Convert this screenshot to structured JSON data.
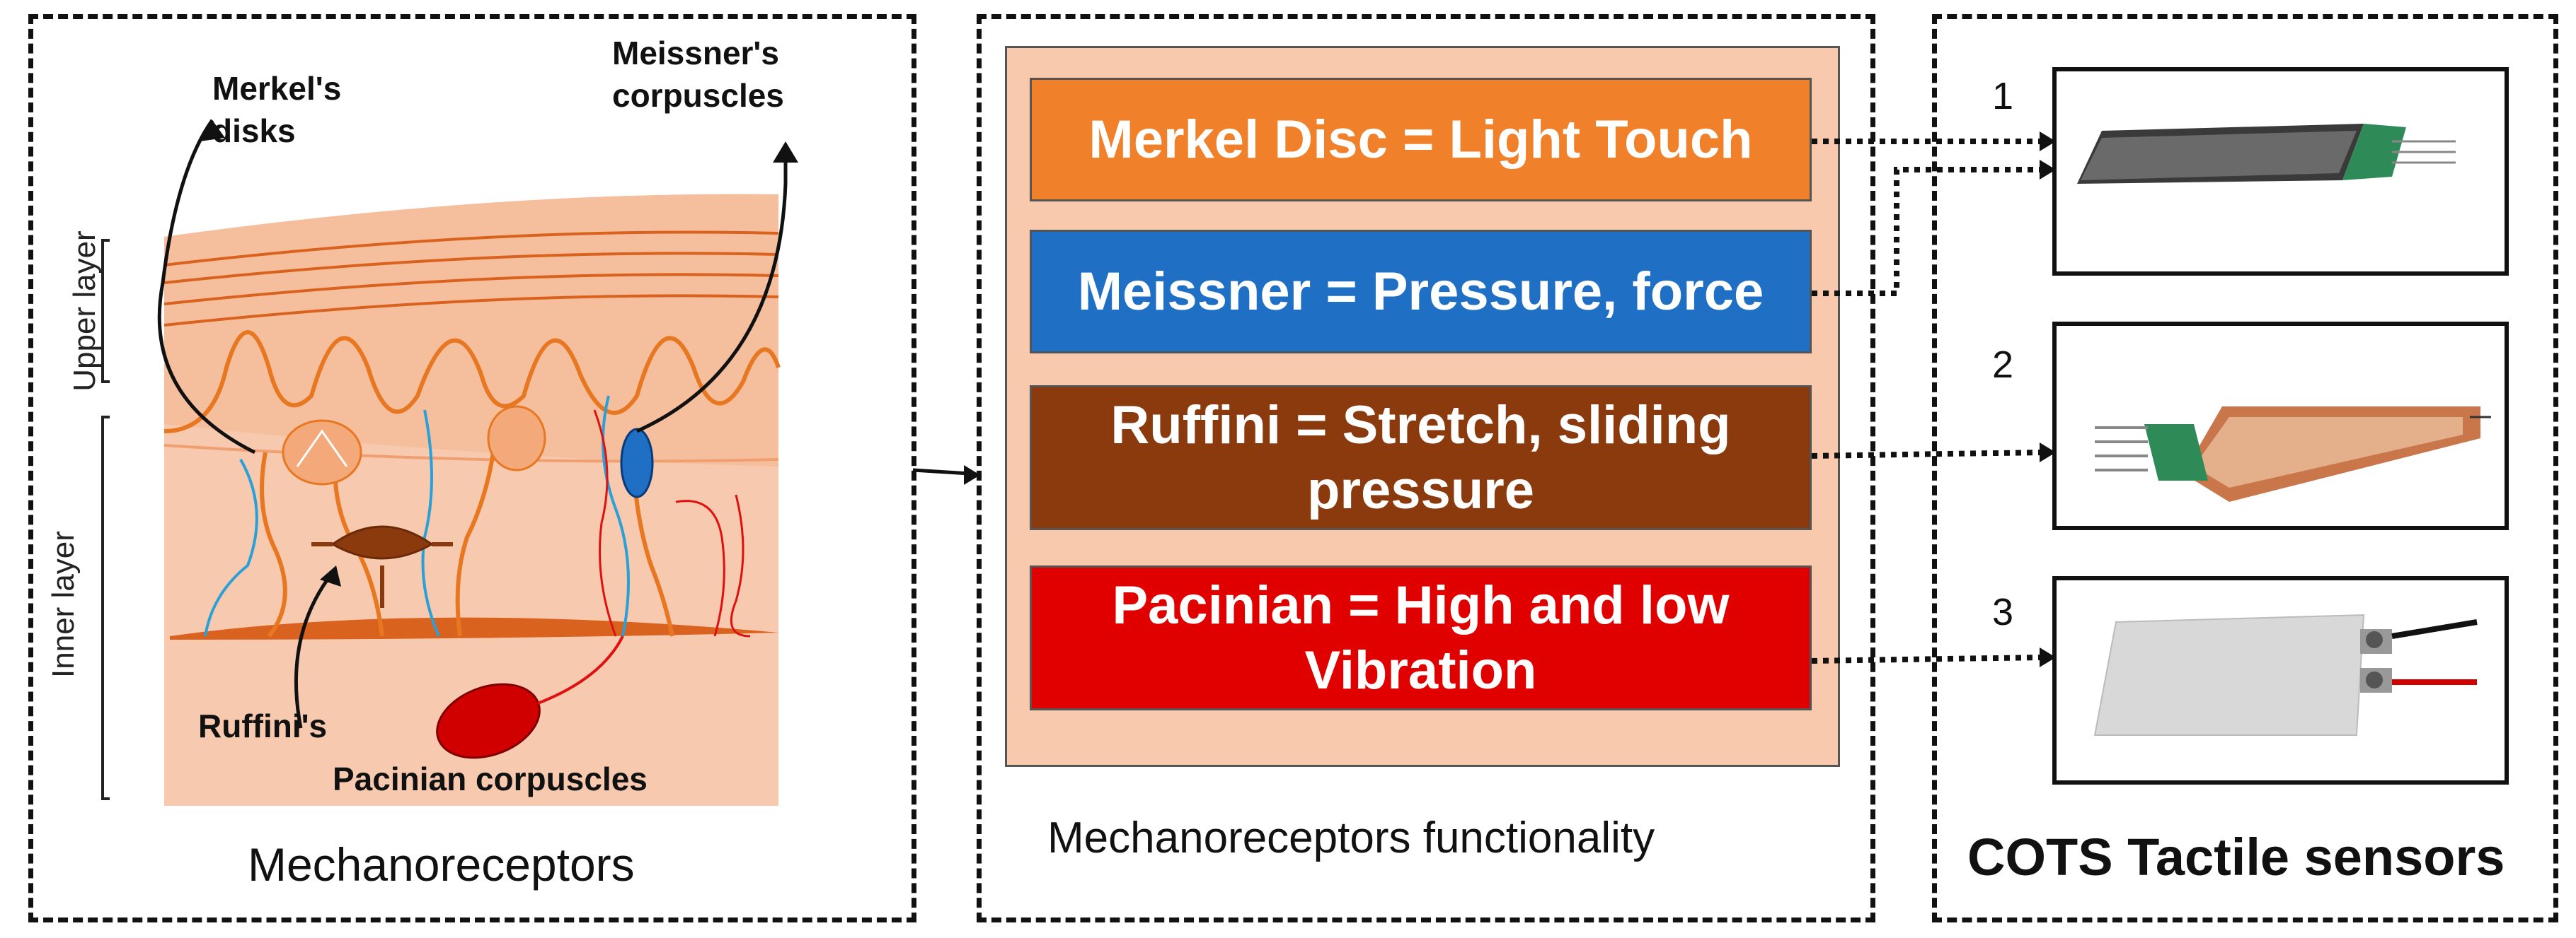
{
  "panels": {
    "mechanoreceptors": {
      "caption": "Mechanoreceptors",
      "labels": {
        "merkel": [
          "Merkel's",
          "disks"
        ],
        "meissner": [
          "Meissner's",
          "corpuscles"
        ],
        "ruffini": "Ruffini's",
        "pacinian": "Pacinian corpuscles",
        "upper_layer": "Upper layer",
        "inner_layer": "Inner layer"
      }
    },
    "functionality": {
      "caption": "Mechanoreceptors functionality",
      "items": [
        {
          "lines": [
            "Merkel Disc = Light Touch"
          ],
          "color": "#F08029"
        },
        {
          "lines": [
            "Meissner = Pressure, force"
          ],
          "color": "#1F6FC5"
        },
        {
          "lines": [
            "Ruffini = Stretch, sliding",
            "pressure"
          ],
          "color": "#8B3A0E"
        },
        {
          "lines": [
            "Pacinian = High and low",
            "Vibration"
          ],
          "color": "#E00000"
        }
      ]
    },
    "sensors": {
      "caption": "COTS Tactile sensors",
      "numbers": [
        "1",
        "2",
        "3"
      ]
    }
  },
  "colors": {
    "skin": "#F7C9AE",
    "skin_dark": "#F3B38E",
    "nerve_orange": "#E87722",
    "panel_bg": "#F8C9AD"
  }
}
